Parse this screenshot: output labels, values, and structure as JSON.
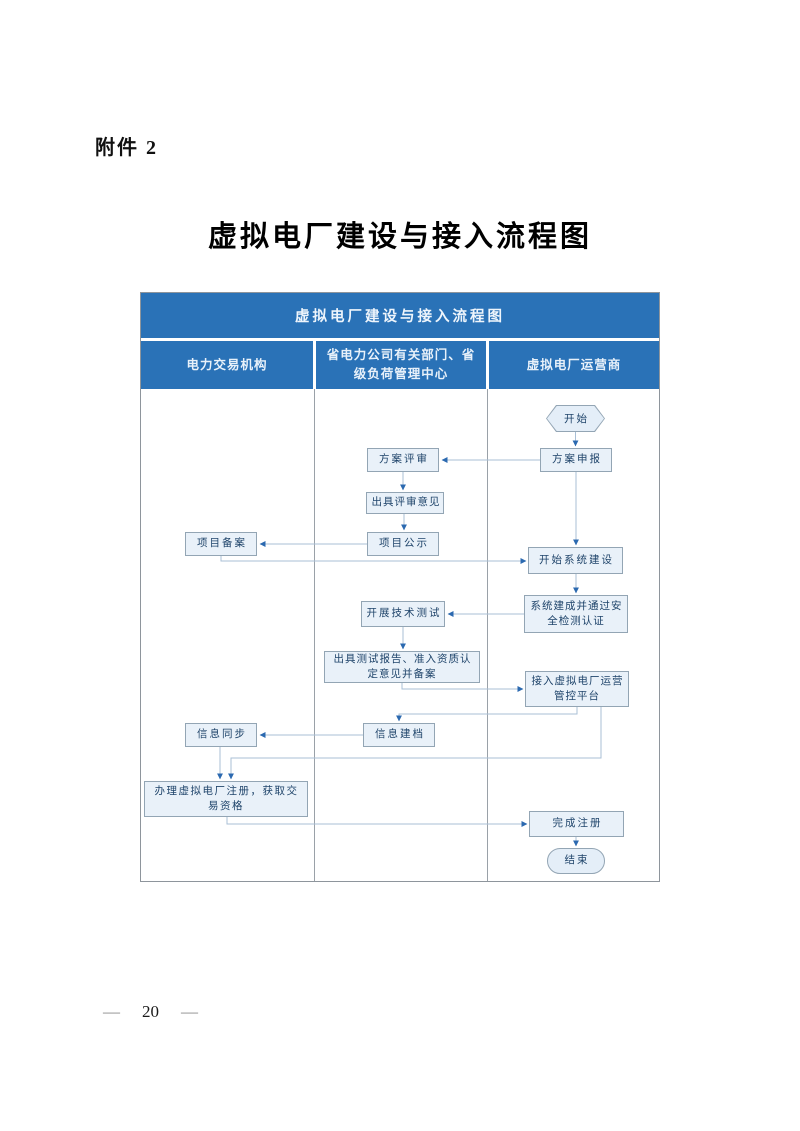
{
  "page": {
    "attachment_label": "附件 2",
    "title": "虚拟电厂建设与接入流程图",
    "footer": {
      "dash": "—",
      "page_number": "20"
    }
  },
  "flowchart": {
    "banner_title": "虚拟电厂建设与接入流程图",
    "columns": [
      {
        "label": "电力交易机构"
      },
      {
        "label": "省电力公司有关部门、省级负荷管理中心"
      },
      {
        "label": "虚拟电厂运营商"
      }
    ],
    "nodes": [
      {
        "id": "start",
        "shape": "hexagon",
        "column": "虚拟电厂运营商",
        "label": "开始"
      },
      {
        "id": "plan-declaration",
        "shape": "rect",
        "column": "虚拟电厂运营商",
        "label": "方案申报"
      },
      {
        "id": "plan-review",
        "shape": "rect",
        "column": "省电力公司有关部门、省级负荷管理中心",
        "label": "方案评审"
      },
      {
        "id": "issue-review-opinion",
        "shape": "rect",
        "column": "省电力公司有关部门、省级负荷管理中心",
        "label": "出具评审意见"
      },
      {
        "id": "project-publicity",
        "shape": "rect",
        "column": "省电力公司有关部门、省级负荷管理中心",
        "label": "项目公示"
      },
      {
        "id": "project-filing",
        "shape": "rect",
        "column": "电力交易机构",
        "label": "项目备案"
      },
      {
        "id": "start-system-construction",
        "shape": "rect",
        "column": "虚拟电厂运营商",
        "label": "开始系统建设"
      },
      {
        "id": "system-completed-certified",
        "shape": "rect",
        "column": "虚拟电厂运营商",
        "label": "系统建成并通过安全检测认证"
      },
      {
        "id": "conduct-technical-testing",
        "shape": "rect",
        "column": "省电力公司有关部门、省级负荷管理中心",
        "label": "开展技术测试"
      },
      {
        "id": "issue-test-report-filing",
        "shape": "rect",
        "column": "省电力公司有关部门、省级负荷管理中心",
        "label": "出具测试报告、准入资质认定意见并备案"
      },
      {
        "id": "access-vpp-platform",
        "shape": "rect",
        "column": "虚拟电厂运营商",
        "label": "接入虚拟电厂运营管控平台"
      },
      {
        "id": "info-sync",
        "shape": "rect",
        "column": "电力交易机构",
        "label": "信息同步"
      },
      {
        "id": "info-archiving",
        "shape": "rect",
        "column": "省电力公司有关部门、省级负荷管理中心",
        "label": "信息建档"
      },
      {
        "id": "register-vpp",
        "shape": "rect",
        "column": "电力交易机构",
        "label": "办理虚拟电厂注册，获取交易资格"
      },
      {
        "id": "complete-registration",
        "shape": "rect",
        "column": "虚拟电厂运营商",
        "label": "完成注册"
      },
      {
        "id": "end",
        "shape": "stadium",
        "column": "虚拟电厂运营商",
        "label": "结束"
      }
    ],
    "edges": [
      {
        "from": "start",
        "to": "plan-declaration"
      },
      {
        "from": "plan-declaration",
        "to": "plan-review"
      },
      {
        "from": "plan-review",
        "to": "issue-review-opinion"
      },
      {
        "from": "issue-review-opinion",
        "to": "project-publicity"
      },
      {
        "from": "project-publicity",
        "to": "project-filing"
      },
      {
        "from": "project-filing",
        "to": "start-system-construction"
      },
      {
        "from": "plan-declaration",
        "to": "start-system-construction"
      },
      {
        "from": "start-system-construction",
        "to": "system-completed-certified"
      },
      {
        "from": "system-completed-certified",
        "to": "conduct-technical-testing"
      },
      {
        "from": "conduct-technical-testing",
        "to": "issue-test-report-filing"
      },
      {
        "from": "issue-test-report-filing",
        "to": "access-vpp-platform"
      },
      {
        "from": "access-vpp-platform",
        "to": "info-archiving"
      },
      {
        "from": "info-archiving",
        "to": "info-sync"
      },
      {
        "from": "info-sync",
        "to": "register-vpp"
      },
      {
        "from": "access-vpp-platform",
        "to": "register-vpp"
      },
      {
        "from": "register-vpp",
        "to": "complete-registration"
      },
      {
        "from": "complete-registration",
        "to": "end"
      }
    ],
    "colors": {
      "header_blue": "#2a72b7",
      "header_text": "#e8f1fa",
      "node_fill": "#e9f1f9",
      "terminal_fill": "#e4eef8",
      "node_border": "#93a5b4",
      "node_text": "#20456b",
      "connector_line": "#a9bfd6",
      "arrowhead": "#2b69b0",
      "frame_gray": "#8e959c"
    }
  }
}
